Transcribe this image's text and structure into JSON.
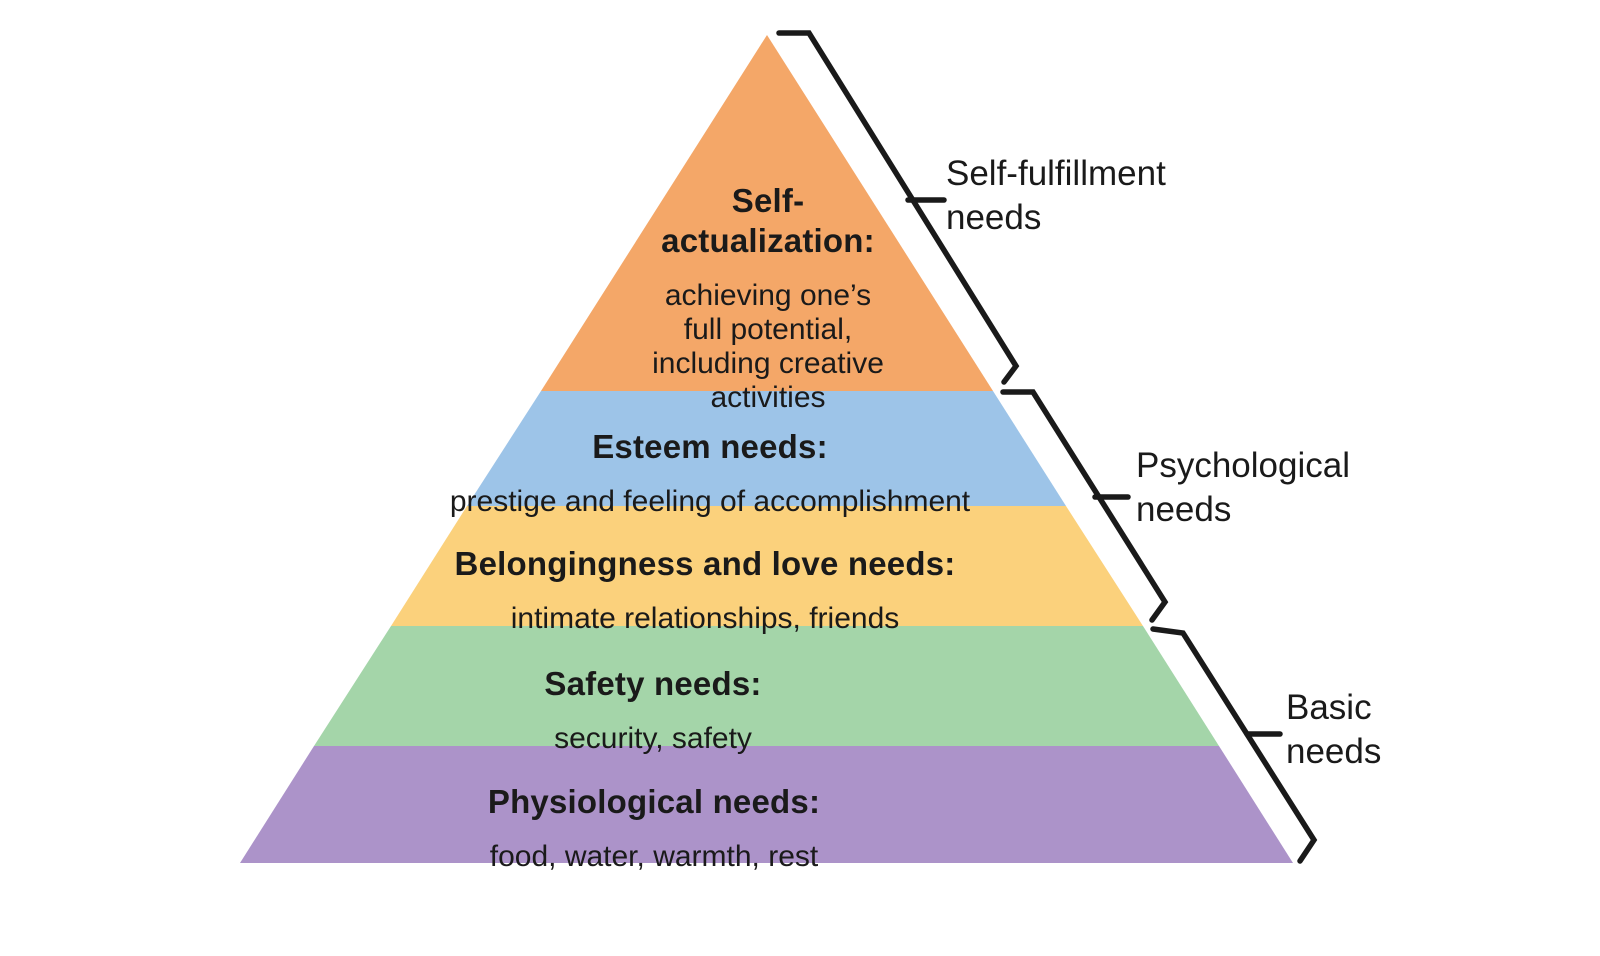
{
  "background": "#ffffff",
  "line_color": "#1a1a1a",
  "text_color": "#1a1a1a",
  "levels": [
    {
      "id": "self-actualization",
      "heading": "Self-\nactualization:",
      "description": "achieving one’s\nfull potential,\nincluding creative\nactivities",
      "color": "#F4A768"
    },
    {
      "id": "esteem",
      "heading": "Esteem needs:",
      "description": "prestige and feeling of accomplishment",
      "color": "#9DC4E8"
    },
    {
      "id": "belongingness-and-love",
      "heading": "Belongingness and love needs:",
      "description": "intimate relationships, friends",
      "color": "#FBD17C"
    },
    {
      "id": "safety",
      "heading": "Safety needs:",
      "description": "security, safety",
      "color": "#A4D5A9"
    },
    {
      "id": "physiological",
      "heading": "Physiological needs:",
      "description": "food, water, warmth, rest",
      "color": "#AC93C9"
    }
  ],
  "groups": [
    {
      "id": "self-fulfillment",
      "label": "Self-fulfillment\nneeds"
    },
    {
      "id": "psychological",
      "label": "Psychological\nneeds"
    },
    {
      "id": "basic",
      "label": "Basic\nneeds"
    }
  ]
}
